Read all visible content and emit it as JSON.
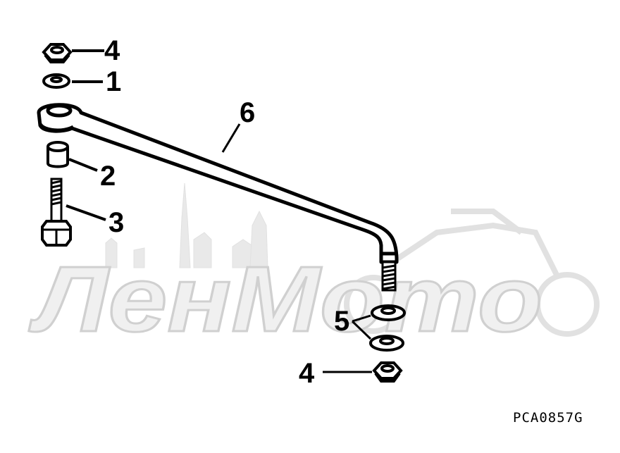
{
  "diagram": {
    "part_code": "PCA0857G",
    "watermark_text": "ЛенМото",
    "callouts": {
      "nut_top": "4",
      "washer_top": "1",
      "collar": "2",
      "bolt": "3",
      "washers_bottom": "5",
      "nut_bottom": "4",
      "link_rod": "6"
    },
    "colors": {
      "ink": "#000000",
      "watermark": "#e8e8e8",
      "background": "#ffffff"
    }
  }
}
